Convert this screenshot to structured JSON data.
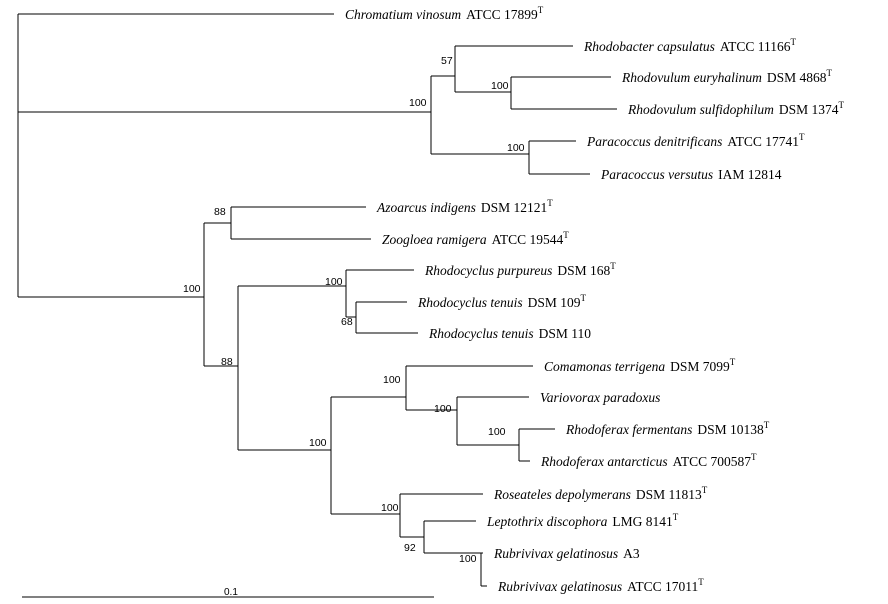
{
  "tree": {
    "taxa": [
      {
        "id": "chromatium",
        "genus_species": "Chromatium vinosum",
        "strain": "ATCC 17899",
        "type_strain": true,
        "type_mark": "T"
      },
      {
        "id": "rb-caps",
        "genus_species": "Rhodobacter capsulatus",
        "strain": "ATCC 11166",
        "type_strain": true,
        "type_mark": "T"
      },
      {
        "id": "rv-eury",
        "genus_species": "Rhodovulum euryhalinum",
        "strain": "DSM 4868",
        "type_strain": true,
        "type_mark": "T"
      },
      {
        "id": "rv-sulf",
        "genus_species": "Rhodovulum sulfidophilum",
        "strain": "DSM 1374",
        "type_strain": true,
        "type_mark": "T"
      },
      {
        "id": "pc-deni",
        "genus_species": "Paracoccus denitrificans",
        "strain": "ATCC 17741",
        "type_strain": true,
        "type_mark": "T"
      },
      {
        "id": "pc-vers",
        "genus_species": "Paracoccus versutus",
        "strain": "IAM 12814",
        "type_strain": false,
        "type_mark": ""
      },
      {
        "id": "az-indi",
        "genus_species": "Azoarcus indigens",
        "strain": "DSM 12121",
        "type_strain": true,
        "type_mark": "T"
      },
      {
        "id": "zo-rami",
        "genus_species": "Zoogloea ramigera",
        "strain": "ATCC 19544",
        "type_strain": true,
        "type_mark": "T"
      },
      {
        "id": "rc-purp",
        "genus_species": "Rhodocyclus purpureus",
        "strain": "DSM 168",
        "type_strain": true,
        "type_mark": "T"
      },
      {
        "id": "rc-ten1",
        "genus_species": "Rhodocyclus tenuis",
        "strain": "DSM 109",
        "type_strain": true,
        "type_mark": "T"
      },
      {
        "id": "rc-ten2",
        "genus_species": "Rhodocyclus tenuis",
        "strain": "DSM 110",
        "type_strain": false,
        "type_mark": ""
      },
      {
        "id": "co-terr",
        "genus_species": "Comamonas terrigena",
        "strain": "DSM 7099",
        "type_strain": true,
        "type_mark": "T"
      },
      {
        "id": "va-para",
        "genus_species": "Variovorax paradoxus",
        "strain": "",
        "type_strain": false,
        "type_mark": ""
      },
      {
        "id": "rf-ferm",
        "genus_species": "Rhodoferax fermentans",
        "strain": "DSM 10138",
        "type_strain": true,
        "type_mark": "T"
      },
      {
        "id": "rf-anta",
        "genus_species": "Rhodoferax antarcticus",
        "strain": "ATCC 700587",
        "type_strain": true,
        "type_mark": "T"
      },
      {
        "id": "ro-depo",
        "genus_species": "Roseateles depolymerans",
        "strain": "DSM 11813",
        "type_strain": true,
        "type_mark": "T"
      },
      {
        "id": "le-disc",
        "genus_species": "Leptothrix discophora",
        "strain": "LMG 8141",
        "type_strain": true,
        "type_mark": "T"
      },
      {
        "id": "rx-gel1",
        "genus_species": "Rubrivivax gelatinosus",
        "strain": "A3",
        "type_strain": false,
        "type_mark": ""
      },
      {
        "id": "rx-gel2",
        "genus_species": "Rubrivivax gelatinosus",
        "strain": "ATCC 17011",
        "type_strain": true,
        "type_mark": "T"
      }
    ],
    "bootstrap": [
      {
        "id": "bs-57",
        "value": "57"
      },
      {
        "id": "bs-100-rhodovulum",
        "value": "100"
      },
      {
        "id": "bs-100-alpha",
        "value": "100"
      },
      {
        "id": "bs-100-paracoccus",
        "value": "100"
      },
      {
        "id": "bs-88-azoarcus",
        "value": "88"
      },
      {
        "id": "bs-100-beta",
        "value": "100"
      },
      {
        "id": "bs-100-rhodocyclus",
        "value": "100"
      },
      {
        "id": "bs-68",
        "value": "68"
      },
      {
        "id": "bs-88-inner",
        "value": "88"
      },
      {
        "id": "bs-100-comamonadaceae",
        "value": "100"
      },
      {
        "id": "bs-100-comamonas",
        "value": "100"
      },
      {
        "id": "bs-100-variovorax",
        "value": "100"
      },
      {
        "id": "bs-100-rhodoferax",
        "value": "100"
      },
      {
        "id": "bs-100-roseateles",
        "value": "100"
      },
      {
        "id": "bs-92",
        "value": "92"
      },
      {
        "id": "bs-100-rubrivivax",
        "value": "100"
      }
    ],
    "scale_bar": {
      "label": "0.1"
    }
  }
}
